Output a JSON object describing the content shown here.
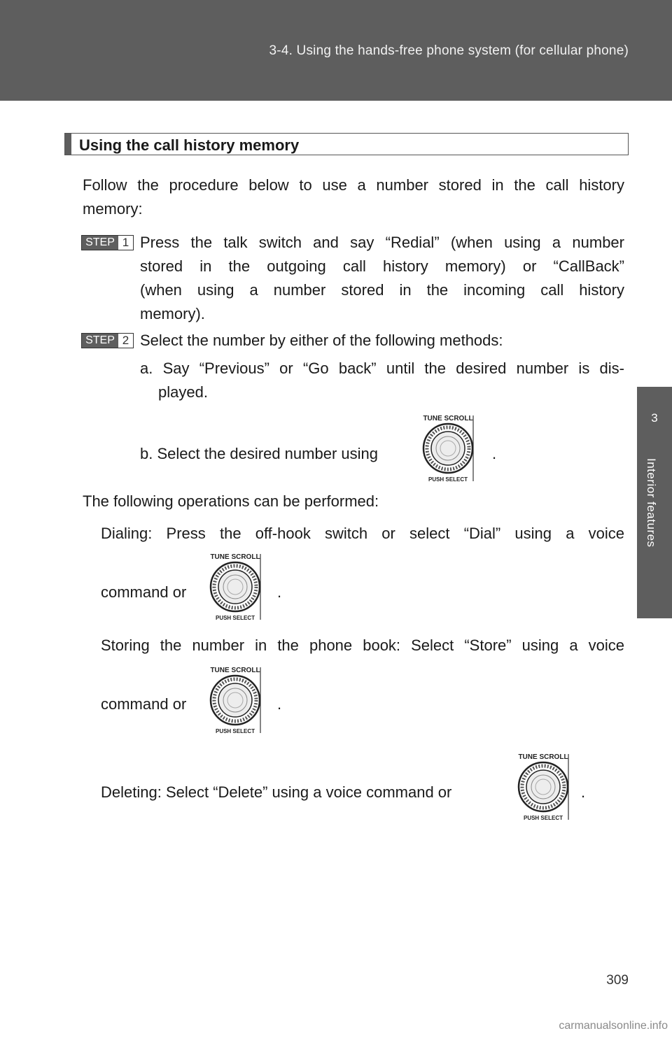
{
  "header": {
    "title": "3-4. Using the hands-free phone system (for cellular phone)"
  },
  "side_tab": {
    "chapter": "3",
    "label": "Interior features"
  },
  "section": {
    "title": "Using the call history memory"
  },
  "intro": {
    "line1": "Follow the procedure below to use a number stored in the call history",
    "line2": "memory:"
  },
  "step1": {
    "badge_label": "STEP",
    "badge_number": "1",
    "lines": [
      "Press the talk switch and say “Redial” (when using a number",
      "stored in the outgoing call history memory) or “CallBack”",
      "(when using a number stored in the incoming call history",
      "memory)."
    ]
  },
  "step2": {
    "badge_label": "STEP",
    "badge_number": "2",
    "text": "Select the number by either of the following methods:",
    "option_a_line1": "a. Say “Previous” or “Go back” until the desired number is dis-",
    "option_a_line2": "played.",
    "option_b": "b. Select the desired number using"
  },
  "operations": {
    "intro": "The following operations can be performed:",
    "dialing_line1": "Dialing: Press the off-hook switch or select “Dial” using a voice",
    "dialing_line2": "command or",
    "storing_line1": "Storing the number in the phone book: Select “Store” using a voice",
    "storing_line2": "command or",
    "deleting": "Deleting: Select “Delete” using a voice command or"
  },
  "knob": {
    "top_label": "TUNE SCROLL",
    "bottom_label": "PUSH SELECT",
    "icon": "tune-scroll-knob-icon"
  },
  "period": ".",
  "page_number": "309",
  "watermark": "carmanualsonline.info"
}
